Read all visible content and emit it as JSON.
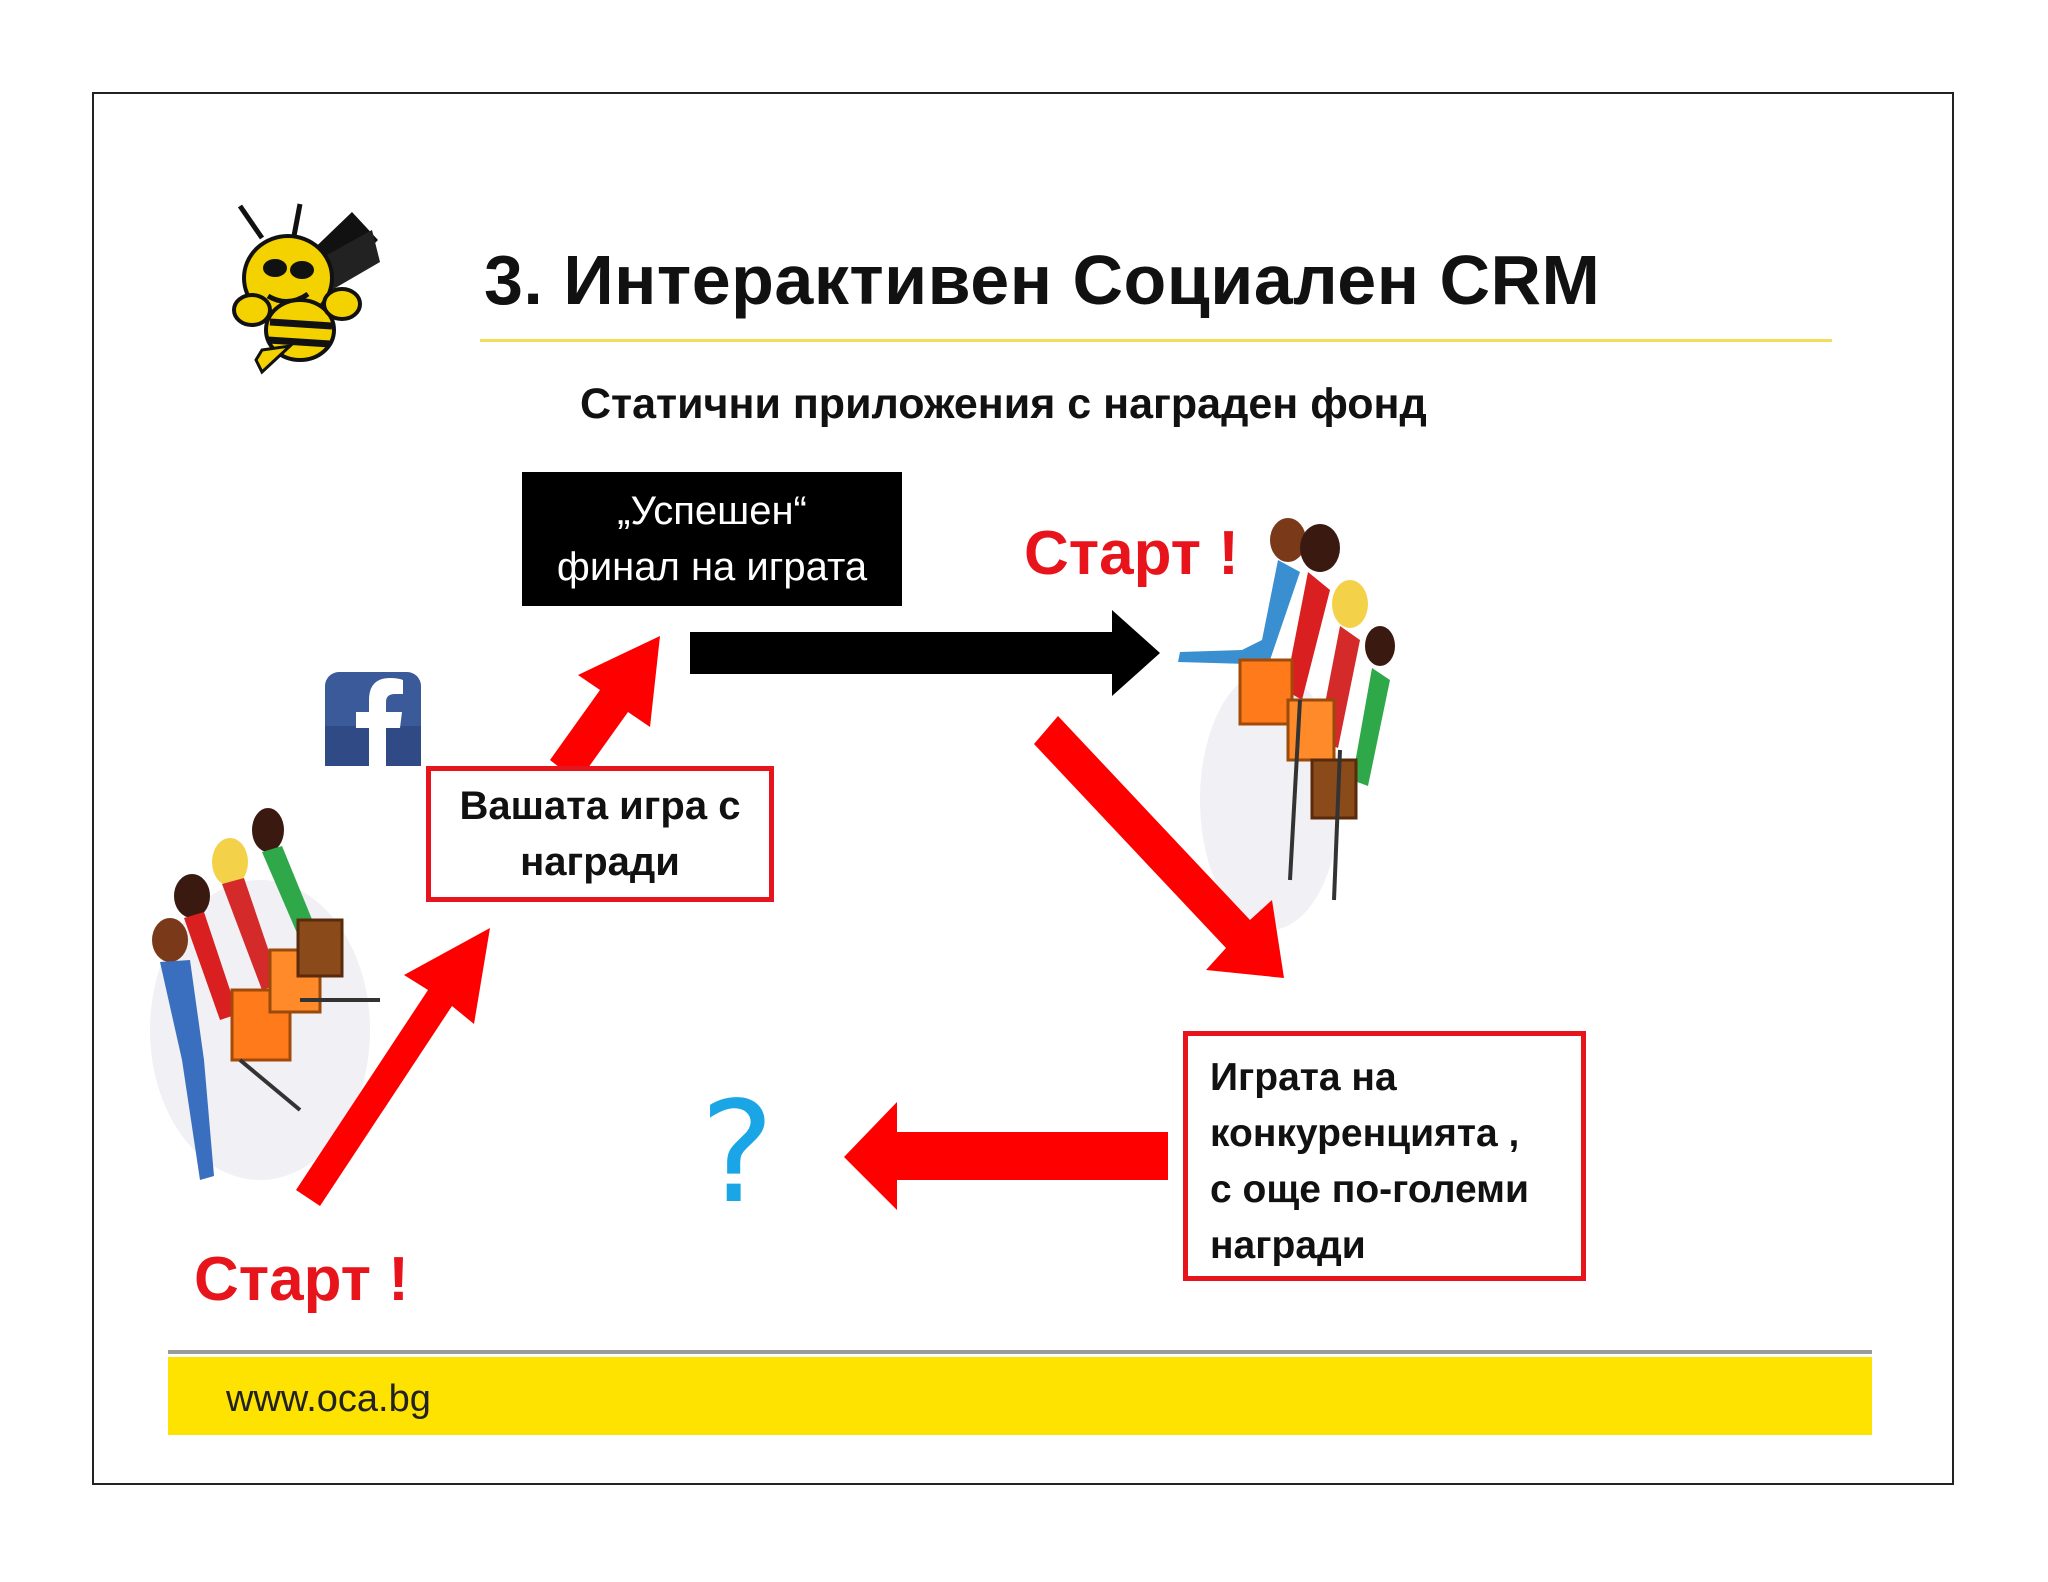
{
  "slide": {
    "title": "3. Интерактивен Социален CRM",
    "subtitle": "Статични приложения с награден фонд"
  },
  "boxes": {
    "success_final": {
      "line1": "„Успешен“",
      "line2": "финал на играта"
    },
    "your_game": {
      "line1": "Вашата игра с",
      "line2": "награди"
    },
    "competition": {
      "line1": "Играта на",
      "line2": "конкуренцията ,",
      "line3": "с още по-големи",
      "line4": "награди"
    }
  },
  "labels": {
    "start_top": "Старт !",
    "start_bottom": "Старт !",
    "question": "?"
  },
  "icons": {
    "logo": "wasp-mascot-logo",
    "facebook": "facebook-icon",
    "shoppers": "shopping-crowd-illustration"
  },
  "footer": {
    "url": "www.oca.bg"
  },
  "colors": {
    "accent_red": "#e8141b",
    "footer_yellow": "#ffe300",
    "question_blue": "#1aa6e6",
    "facebook_blue": "#3b5a9a"
  }
}
